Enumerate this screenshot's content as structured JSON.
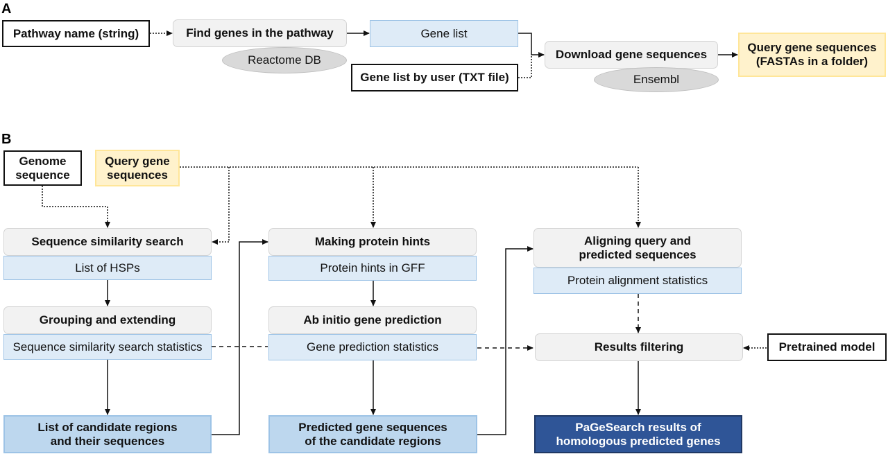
{
  "panels": {
    "a": "A",
    "b": "B"
  },
  "a": {
    "pathway_name": "Pathway name (string)",
    "find_genes": "Find genes in the pathway",
    "reactome": "Reactome DB",
    "gene_list": "Gene list",
    "gene_list_user": "Gene list by user (TXT file)",
    "download": "Download gene sequences",
    "ensembl": "Ensembl",
    "query_seqs": "Query gene sequences\n(FASTAs in a folder)"
  },
  "b": {
    "genome": "Genome\nsequence",
    "query": "Query gene\nsequences",
    "sim_search": "Sequence similarity search",
    "hsps": "List of HSPs",
    "grouping": "Grouping and extending",
    "sim_stats": "Sequence similarity search statistics",
    "candidates": "List of candidate regions\nand their sequences",
    "protein_hints": "Making protein hints",
    "hints_gff": "Protein hints in GFF",
    "ab_initio": "Ab initio gene prediction",
    "pred_stats": "Gene prediction statistics",
    "pred_seqs": "Predicted gene sequences\nof the candidate regions",
    "aligning": "Aligning query and\npredicted sequences",
    "align_stats": "Protein alignment statistics",
    "filtering": "Results filtering",
    "pretrained": "Pretrained model",
    "results": "PaGeSearch results of\nhomologous predicted genes"
  }
}
